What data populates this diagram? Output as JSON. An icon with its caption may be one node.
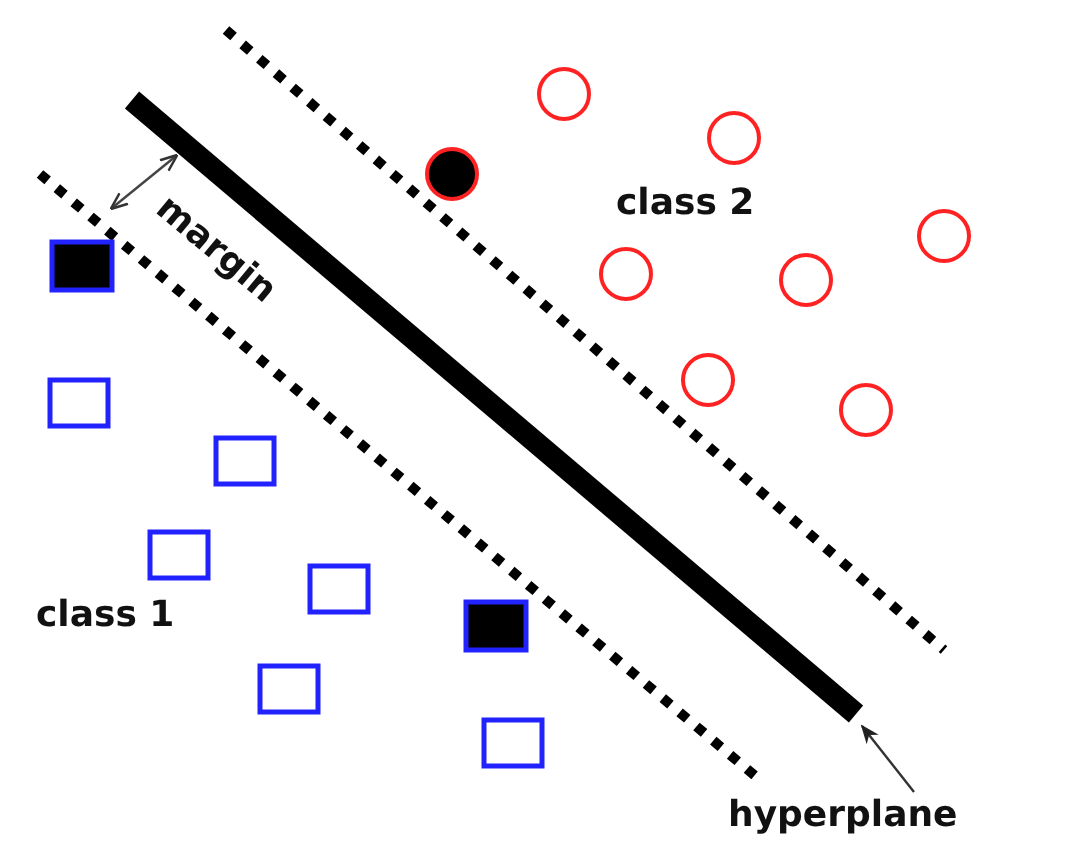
{
  "diagram": {
    "nodes": [
      {
        "text": [
          "hyperplane"
        ]
      },
      {
        "text": [],
        "shape": "bar"
      }
    ],
    "edges": [
      {
        "from": 0,
        "to": 1,
        "arrow": "to"
      }
    ],
    "labels": [
      "margin",
      "class 2",
      "class 1"
    ]
  }
}
